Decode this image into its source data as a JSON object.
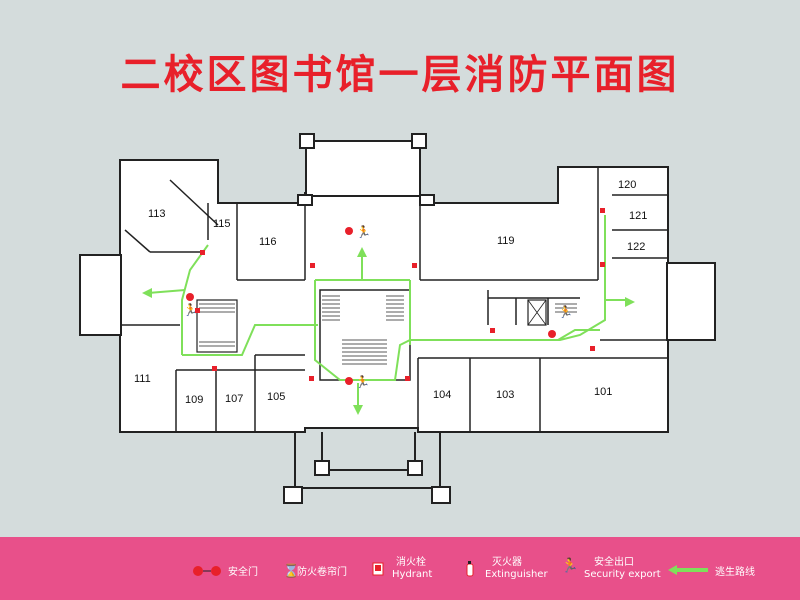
{
  "title": "二校区图书馆一层消防平面图",
  "rooms": [
    "113",
    "115",
    "116",
    "119",
    "120",
    "121",
    "122",
    "111",
    "109",
    "107",
    "105",
    "104",
    "103",
    "101"
  ],
  "legend": {
    "safety_door": "安全门",
    "fire_shutter": "防火卷帘门",
    "hydrant": "消火栓",
    "hydrant_en": "Hydrant",
    "extinguisher": "灭火器",
    "extinguisher_en": "Extinguisher",
    "exit": "安全出口",
    "exit_en": "Security export",
    "route": "逃生路线"
  },
  "colors": {
    "wall": "#222222",
    "route": "#7fe05a",
    "door": "#e8202a",
    "legend_bg": "#e8508a",
    "title": "#e8202a"
  }
}
